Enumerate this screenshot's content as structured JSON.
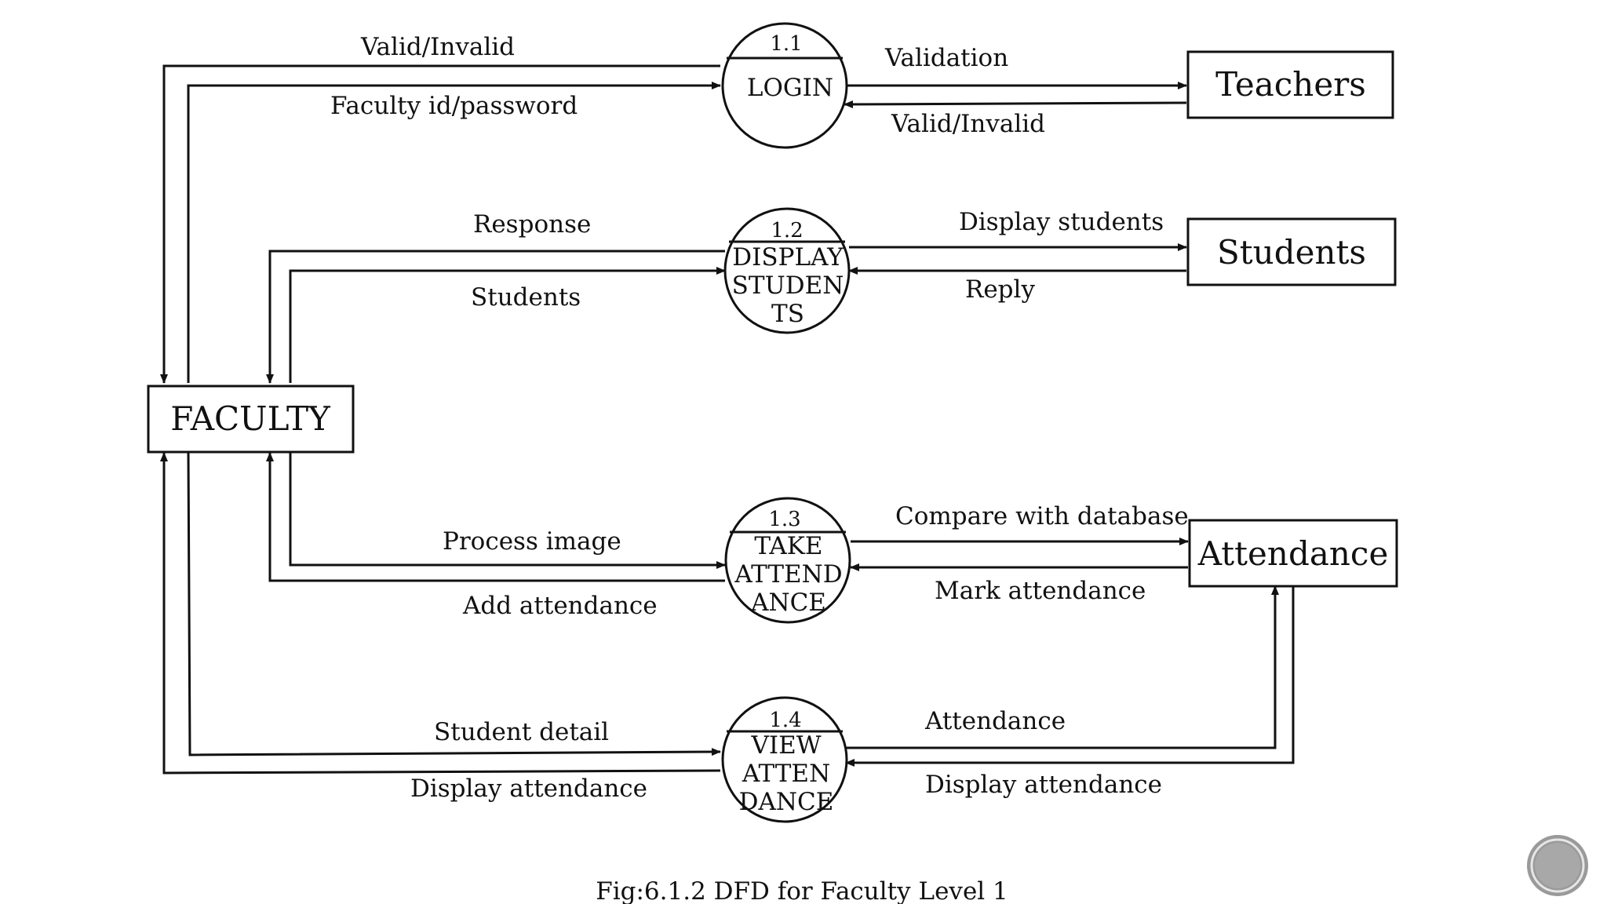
{
  "diagram": {
    "entities": {
      "faculty": "FACULTY",
      "teachers": "Teachers",
      "students": "Students",
      "attendance": "Attendance"
    },
    "processes": [
      {
        "number": "1.1",
        "lines": [
          "LOGIN"
        ]
      },
      {
        "number": "1.2",
        "lines": [
          "DISPLAY",
          "STUDEN",
          "TS"
        ]
      },
      {
        "number": "1.3",
        "lines": [
          "TAKE",
          "ATTEND",
          "ANCE"
        ]
      },
      {
        "number": "1.4",
        "lines": [
          "VIEW",
          "ATTEN",
          "DANCE"
        ]
      }
    ],
    "flows": {
      "login_to_faculty": "Valid/Invalid",
      "faculty_to_login": "Faculty id/password",
      "login_to_teachers": "Validation",
      "teachers_to_login": "Valid/Invalid",
      "display_to_faculty": "Response",
      "faculty_to_display": "Students",
      "display_to_students": "Display students",
      "students_to_display": "Reply",
      "faculty_to_take": "Process image",
      "take_to_faculty": "Add attendance",
      "take_to_attendance": "Compare with database",
      "attendance_to_take": "Mark attendance",
      "faculty_to_view": "Student detail",
      "view_to_faculty": "Display attendance",
      "view_to_attendance": "Attendance",
      "attendance_to_view": "Display attendance"
    }
  },
  "caption": "Fig:6.1.2 DFD for Faculty Level 1",
  "icons": {
    "nav_button": "circle-nav-button-icon"
  }
}
